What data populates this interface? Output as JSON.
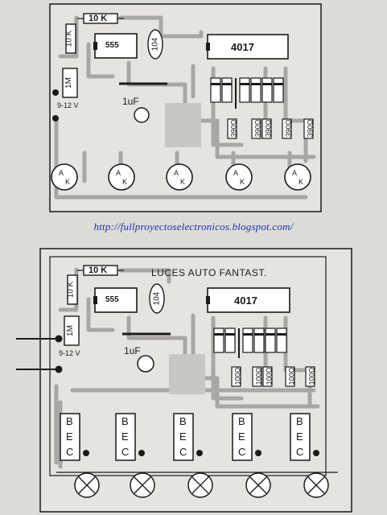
{
  "url_caption": "http://fullproyectoselectronicos.blogspot.com/",
  "board_top": {
    "resistor_top": "10 K",
    "resistor_left": "10 K",
    "timer_chip": "555",
    "cap_small": "104",
    "counter_chip": "4017",
    "trimmer": "1M",
    "voltage": "9-12 V",
    "cap_electro": "1uF",
    "bottom_resistors": [
      "390Ω",
      "390Ω",
      "390Ω",
      "390Ω",
      "390Ω"
    ],
    "led_anode": "A",
    "led_cathode": "K",
    "led_count": 5
  },
  "board_bottom": {
    "title": "LUCES  AUTO FANTAST.",
    "resistor_top": "10 K",
    "resistor_left": "10 K",
    "timer_chip": "555",
    "cap_small": "104",
    "counter_chip": "4017",
    "trimmer": "1M",
    "voltage": "9-12 V",
    "cap_electro": "1uF",
    "bottom_resistors": [
      "100Ω",
      "100Ω",
      "100Ω",
      "100Ω",
      "100Ω"
    ],
    "transistor_pins": [
      "B",
      "E",
      "C"
    ],
    "transistor_count": 5,
    "lamp_count": 5
  },
  "colors": {
    "ink": "#1a1a1a",
    "paper": "#dedcd8",
    "board": "#e6e4e0",
    "trace": "#a8a7a5",
    "url": "#1e2fa8"
  }
}
